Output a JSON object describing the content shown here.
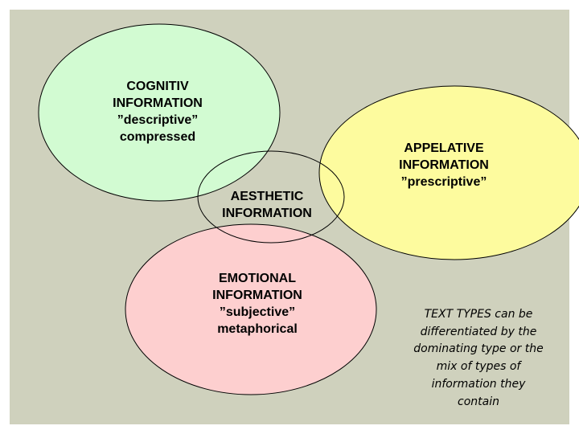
{
  "colors": {
    "background_panel": "#cfd1bd",
    "cognitive_fill": "#d2fbd2",
    "appelative_fill": "#fdfb9e",
    "emotional_fill": "#fdcfcf",
    "outline": "#000000"
  },
  "ellipses": {
    "cognitive": {
      "lines": [
        "COGNITIV",
        "INFORMATION",
        "”descriptive”",
        "compressed"
      ]
    },
    "appelative": {
      "lines": [
        "APPELATIVE",
        "INFORMATION",
        "”prescriptive”"
      ]
    },
    "aesthetic": {
      "lines": [
        "AESTHETIC",
        "INFORMATION"
      ]
    },
    "emotional": {
      "lines": [
        "EMOTIONAL",
        "INFORMATION",
        "”subjective”",
        "metaphorical"
      ]
    }
  },
  "note": {
    "lines": [
      "TEXT TYPES can be",
      "differentiated by the",
      "dominating type or the",
      "mix of types of",
      "information they",
      "contain"
    ]
  }
}
